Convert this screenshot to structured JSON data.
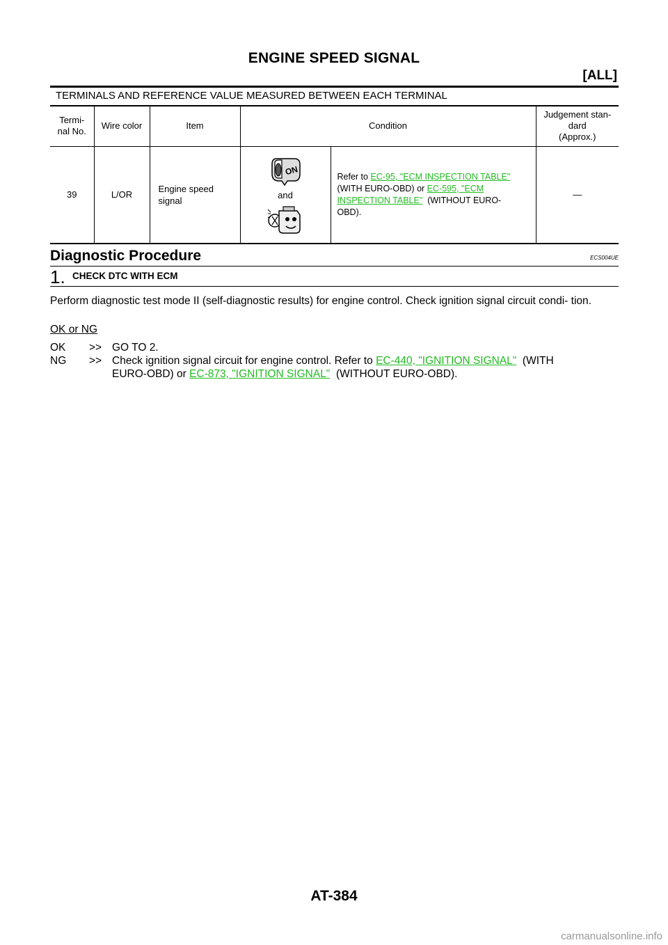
{
  "header": {
    "title": "ENGINE SPEED SIGNAL",
    "tag": "[ALL]"
  },
  "terminal_table": {
    "heading": "TERMINALS AND REFERENCE VALUE MEASURED BETWEEN EACH TERMINAL",
    "columns": {
      "terminal_l1": "Termi-",
      "terminal_l2": "nal No.",
      "wire_color": "Wire color",
      "item": "Item",
      "condition": "Condition",
      "judgement_l1": "Judgement stan-",
      "judgement_l2": "dard",
      "judgement_l3": "(Approx.)"
    },
    "rows": [
      {
        "terminal": "39",
        "wire_color": "L/OR",
        "item_l1": "Engine speed",
        "item_l2": "signal",
        "condition_icon_top": "ignition-key-on-icon",
        "condition_joiner": "and",
        "condition_icon_bottom": "engine-running-icon",
        "ref_prefix": "Refer to ",
        "ref_link1": "EC-95, \"ECM INSPECTION TABLE\"",
        "ref_mid": "(WITH EURO-OBD) or ",
        "ref_link2a": "EC-595, \"ECM ",
        "ref_link2b": "INSPECTION TABLE\"",
        "ref_suffix1": "  (WITHOUT EURO-",
        "ref_suffix2": "OBD).",
        "judgement": "—"
      }
    ]
  },
  "diagnostic": {
    "title": "Diagnostic Procedure",
    "code": "ECS004UE",
    "step_number": "1.",
    "step_title": "CHECK DTC WITH ECM",
    "body": "Perform diagnostic test mode II (self-diagnostic results) for engine control. Check ignition signal circuit condi- tion.",
    "ok_ng": "OK or NG",
    "ok": {
      "label": "OK",
      "arrow": ">>",
      "text": "GO TO 2."
    },
    "ng": {
      "label": "NG",
      "arrow": ">>",
      "text1": "Check ignition signal circuit for engine control. Refer to ",
      "link1": "EC-440, \"IGNITION SIGNAL\"",
      "text2": "  (WITH",
      "text3": "EURO-OBD) or ",
      "link2": "EC-873, \"IGNITION SIGNAL\"",
      "text4": "  (WITHOUT EURO-OBD)."
    }
  },
  "footer": {
    "page_number": "AT-384",
    "watermark": "carmanualsonline.info"
  }
}
